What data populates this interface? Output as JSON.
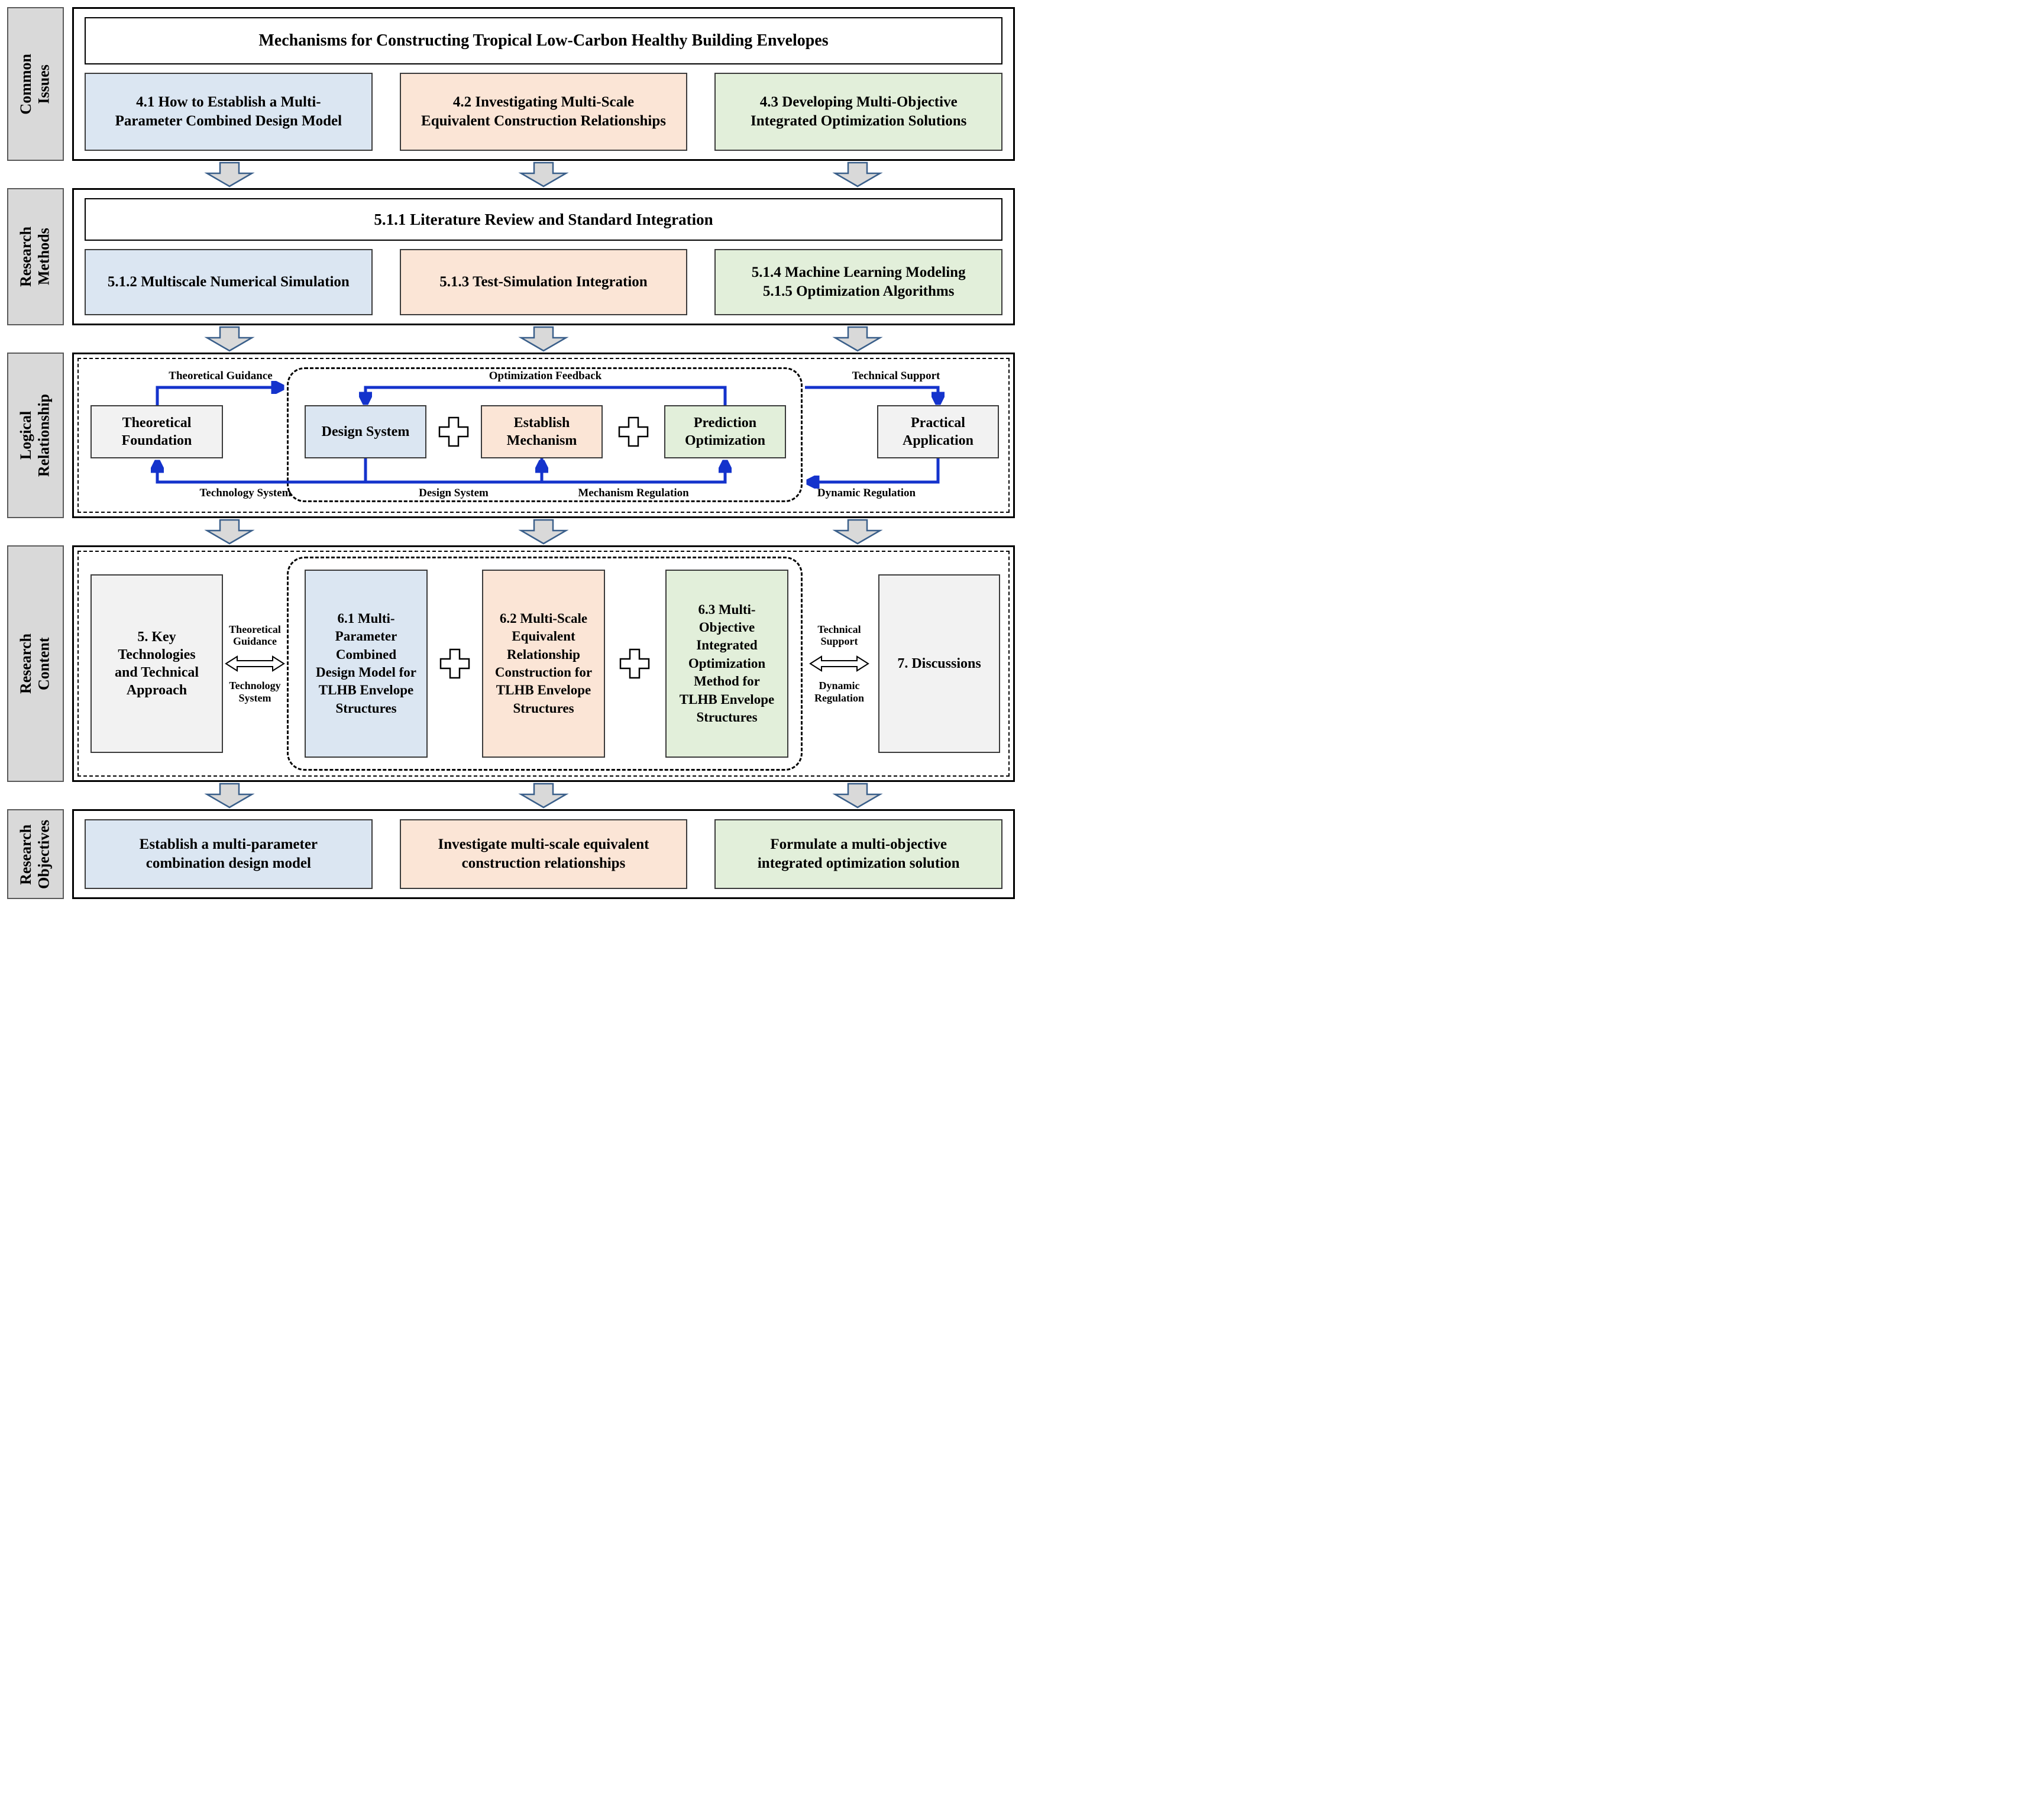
{
  "colors": {
    "blue_fill": "#dbe6f2",
    "peach_fill": "#fbe5d6",
    "green_fill": "#e2efda",
    "gray_fill": "#f2f2f2",
    "sidebar_fill": "#d9d9d9",
    "connector_blue": "#1433cc",
    "flow_arrow_fill": "#d9d9d9",
    "flow_arrow_stroke": "#3a5f8a"
  },
  "sidebar": {
    "common_issues": "Common Issues",
    "research_methods": "Research Methods",
    "logical_relationship": "Logical Relationship",
    "research_content": "Research Content",
    "research_objectives": "Research Objectives"
  },
  "common_issues": {
    "header": "Mechanisms for Constructing Tropical Low-Carbon Healthy Building Envelopes",
    "items": [
      {
        "label": "4.1 How to Establish a Multi-Parameter Combined Design Model"
      },
      {
        "label": "4.2 Investigating Multi-Scale Equivalent Construction Relationships"
      },
      {
        "label": "4.3 Developing Multi-Objective Integrated Optimization Solutions"
      }
    ]
  },
  "research_methods": {
    "header": "5.1.1 Literature Review and Standard Integration",
    "items": [
      {
        "label": "5.1.2 Multiscale Numerical Simulation"
      },
      {
        "label": "5.1.3 Test-Simulation Integration"
      },
      {
        "label": "5.1.4 Machine Learning Modeling\n5.1.5 Optimization Algorithms"
      }
    ]
  },
  "logical_relationship": {
    "theoretical_foundation": "Theoretical Foundation",
    "design_system": "Design System",
    "establish_mechanism": "Establish Mechanism",
    "prediction_optimization": "Prediction Optimization",
    "practical_application": "Practical Application",
    "labels": {
      "theoretical_guidance": "Theoretical Guidance",
      "optimization_feedback": "Optimization Feedback",
      "technical_support": "Technical Support",
      "technology_system": "Technology System",
      "design_system": "Design System",
      "mechanism_regulation": "Mechanism Regulation",
      "dynamic_regulation": "Dynamic Regulation"
    }
  },
  "research_content": {
    "left_box": "5. Key Technologies and Technical Approach",
    "left_arrow_top": "Theoretical Guidance",
    "left_arrow_bottom": "Technology System",
    "items": [
      {
        "label": "6.1 Multi-Parameter Combined Design Model for TLHB Envelope Structures"
      },
      {
        "label": "6.2 Multi-Scale Equivalent Relationship Construction for TLHB Envelope Structures"
      },
      {
        "label": "6.3 Multi-Objective Integrated Optimization Method for TLHB Envelope Structures"
      }
    ],
    "right_arrow_top": "Technical Support",
    "right_arrow_bottom": "Dynamic Regulation",
    "right_box": "7. Discussions"
  },
  "research_objectives": {
    "items": [
      {
        "label": "Establish a multi-parameter combination design model"
      },
      {
        "label": "Investigate multi-scale equivalent construction relationships"
      },
      {
        "label": "Formulate a multi-objective integrated optimization solution"
      }
    ]
  }
}
